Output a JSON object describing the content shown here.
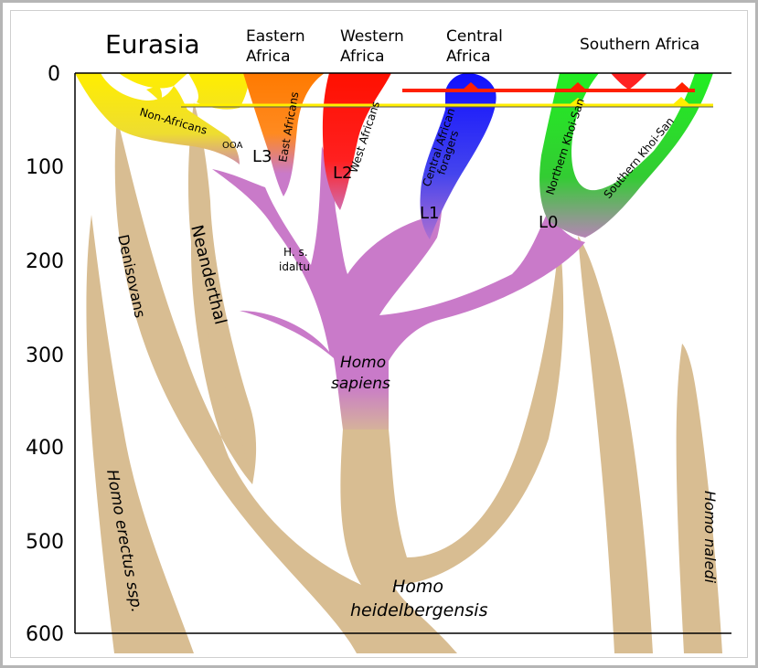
{
  "regions": {
    "eurasia": "Eurasia",
    "eastern_1": "Eastern",
    "eastern_2": "Africa",
    "western_1": "Western",
    "western_2": "Africa",
    "central_1": "Central",
    "central_2": "Africa",
    "southern": "Southern Africa"
  },
  "axis": {
    "ticks": [
      "0",
      "100",
      "200",
      "300",
      "400",
      "500",
      "600"
    ]
  },
  "lineages": {
    "non_africans": "Non-Africans",
    "ooa": "OOA",
    "east_africans": "East Africans",
    "west_africans": "West Africans",
    "central_african_1": "Central African",
    "central_african_2": "foragers",
    "northern_khoisan": "Northern Khoi-San",
    "southern_khoisan": "Southern Khoi-San",
    "l3": "L3",
    "l2": "L2",
    "l1": "L1",
    "l0": "L0",
    "idaltu_1": "H. s.",
    "idaltu_2": "idaltu",
    "homo_1": "Homo",
    "homo_2": "sapiens",
    "denisovans": "Denisovans",
    "neanderthal": "Neanderthal",
    "erectus": "Homo erectus ssp.",
    "heidelbergensis_1": "Homo",
    "heidelbergensis_2": "heidelbergensis",
    "naledi": "Homo naledi"
  },
  "colors": {
    "archaic": "#d8bd92",
    "sapiens": "#c97ac9",
    "non_african": "#ffee00",
    "eastern": "#ff8000",
    "western": "#ff2000",
    "central": "#2020ff",
    "southern": "#22dd22"
  }
}
